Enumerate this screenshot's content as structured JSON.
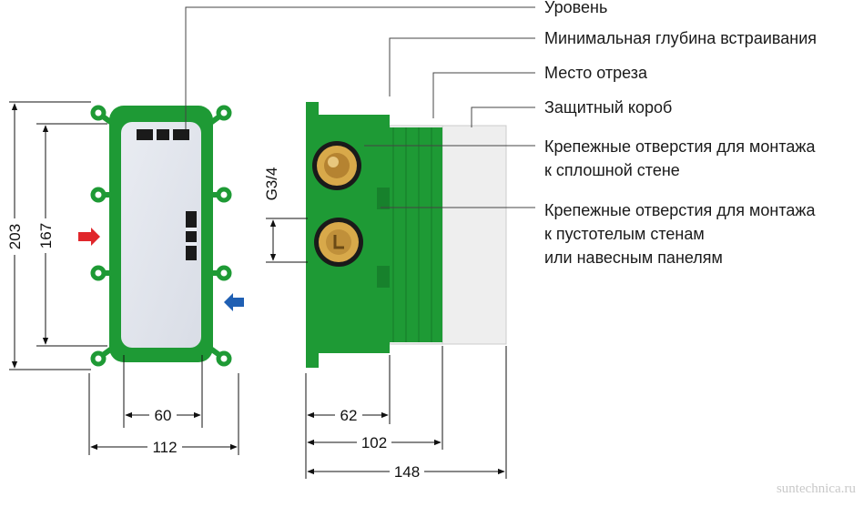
{
  "labels": {
    "level": "Уровень",
    "min_depth": "Минимальная глубина встраивания",
    "cut_line": "Место отреза",
    "protective_box": "Защитный короб",
    "solid_wall_line1": "Крепежные отверстия для монтажа",
    "solid_wall_line2": "к сплошной стене",
    "hollow_wall_line1": "Крепежные отверстия для монтажа",
    "hollow_wall_line2": "к пустотелым стенам",
    "hollow_wall_line3": "или навесным панелям"
  },
  "dimensions": {
    "height_total": "203",
    "height_inner": "167",
    "width_inner": "60",
    "width_total": "112",
    "depth_body": "62",
    "depth_min": "102",
    "depth_max": "148",
    "thread": "G3/4"
  },
  "watermark": "suntechnica.ru",
  "colors": {
    "frame_green": "#1e9a35",
    "inlet_red": "#e0262b",
    "outlet_blue": "#1f5fb3",
    "brass": "#d8a94a"
  }
}
